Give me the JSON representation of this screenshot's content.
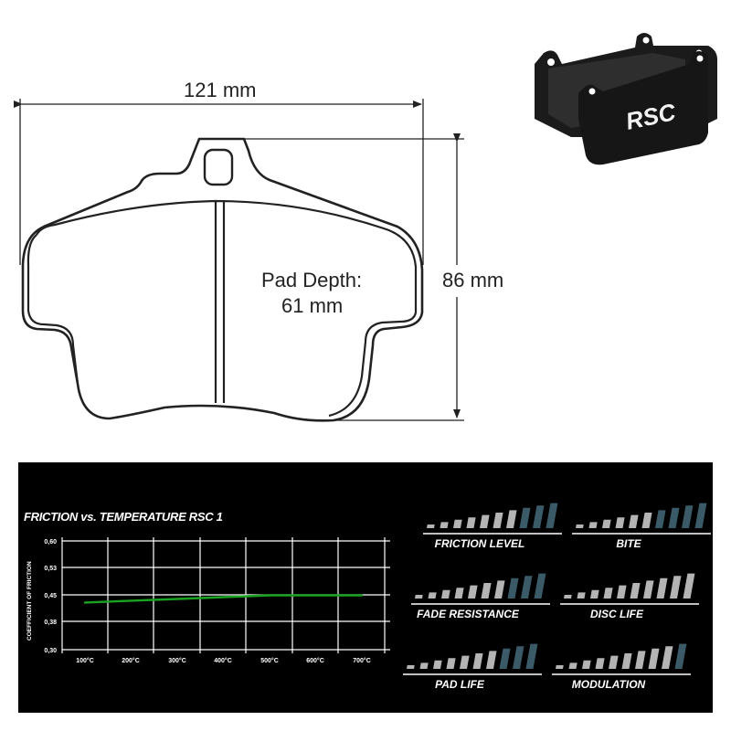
{
  "diagram": {
    "width_label": "121 mm",
    "height_label": "86 mm",
    "pad_depth_label": "Pad Depth:",
    "pad_depth_value": "61 mm"
  },
  "product_image": {
    "logo_text": "RSC"
  },
  "colors": {
    "panel_bg": "#000000",
    "bar_gray": "#b4b4b4",
    "bar_teal": "#3b5a68",
    "curve_green": "#1aa321",
    "grid": "#ffffff"
  },
  "chart_data": {
    "type": "line",
    "title": "FRICTION vs. TEMPERATURE RSC 1",
    "xlabel": "",
    "ylabel": "COEFFICIENT OF FRICTION",
    "x": [
      "100°C",
      "200°C",
      "300°C",
      "400°C",
      "500°C",
      "600°C",
      "700°C"
    ],
    "x_values": [
      100,
      200,
      300,
      400,
      500,
      600,
      700
    ],
    "y_ticks": [
      "0,60",
      "0,53",
      "0,45",
      "0,38",
      "0,30"
    ],
    "ylim": [
      0.3,
      0.6
    ],
    "grid": true,
    "legend": null,
    "series": [
      {
        "name": "RSC 1",
        "color": "#1aa321",
        "values": [
          0.43,
          0.435,
          0.44,
          0.445,
          0.45,
          0.45,
          0.45
        ]
      }
    ]
  },
  "ratings": [
    {
      "label": "FRICTION LEVEL",
      "gray": 7,
      "total": 10
    },
    {
      "label": "BITE",
      "gray": 6,
      "total": 10
    },
    {
      "label": "FADE RESISTANCE",
      "gray": 7,
      "total": 10
    },
    {
      "label": "DISC LIFE",
      "gray": 10,
      "total": 10
    },
    {
      "label": "PAD LIFE",
      "gray": 7,
      "total": 10
    },
    {
      "label": "MODULATION",
      "gray": 9,
      "total": 10
    }
  ]
}
